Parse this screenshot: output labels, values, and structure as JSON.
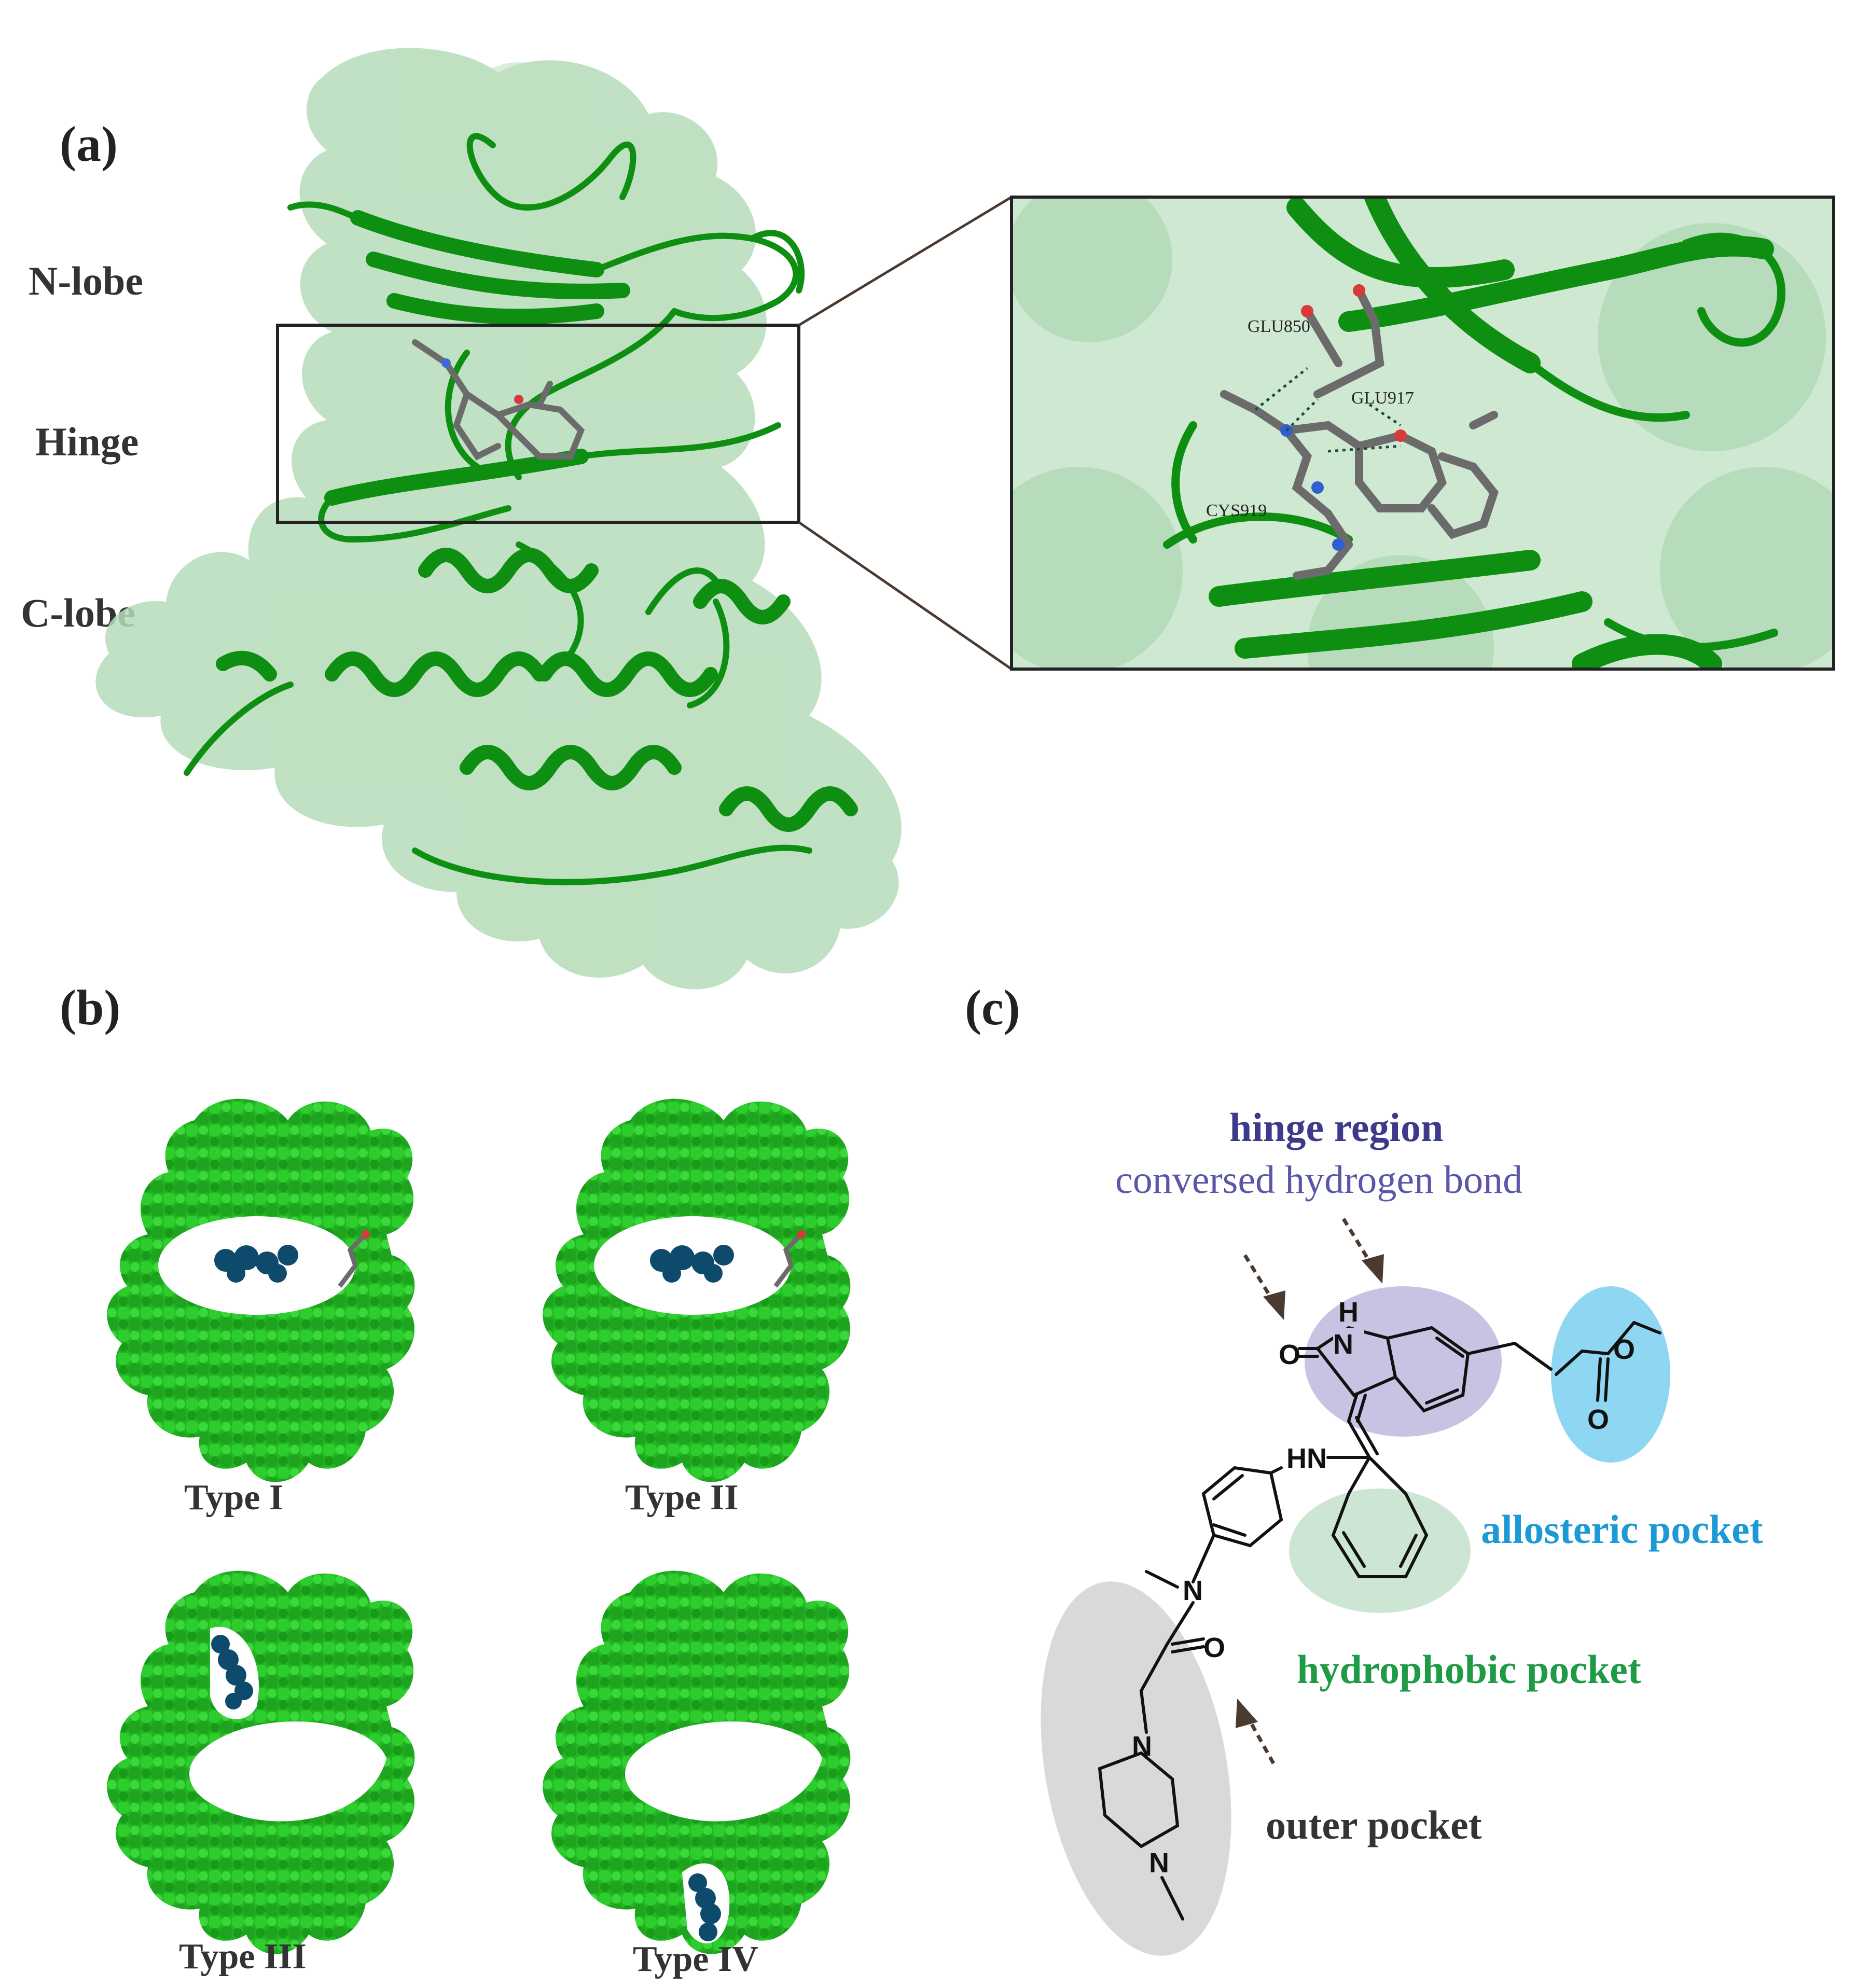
{
  "panel_a": {
    "label": "(a)",
    "lobes": {
      "n_lobe": "N-lobe",
      "hinge": "Hinge",
      "c_lobe": "C-lobe"
    },
    "residues": {
      "glu850": "GLU850",
      "glu917": "GLU917",
      "cys919": "CYS919"
    }
  },
  "panel_b": {
    "label": "(b)",
    "types": [
      "Type I",
      "Type II",
      "Type III",
      "Type IV"
    ]
  },
  "panel_c": {
    "label": "(c)",
    "hinge_region": "hinge region",
    "hinge_note": "conversed hydrogen bond",
    "allosteric": "allosteric pocket",
    "hydrophobic": "hydrophobic pocket",
    "outer": "outer pocket",
    "atoms": {
      "h": "H",
      "n_ring": "N",
      "o_lactam": "O",
      "hn": "HN",
      "n_amide": "N",
      "o_amide": "O",
      "n_pip1": "N",
      "n_pip2": "N",
      "o_ester1": "O",
      "o_ester2": "O"
    }
  },
  "colors": {
    "protein": "#0e8f12",
    "surface": "#b5dcb8",
    "ligand": "#6b6b6b",
    "inhibitor": "#0d4a6b",
    "hinge_text": "#3d3a8c",
    "hinge_note_text": "#5a56a8",
    "allosteric_text": "#1d9ad6",
    "hydrophobic_text": "#1f9a45",
    "outer_text": "#333333",
    "hinge_ellipse": "#c9c3e3",
    "allosteric_ellipse": "#8fd6f2",
    "hydrophobic_ellipse": "#cde6d3",
    "outer_ellipse": "#d9d9d9"
  }
}
